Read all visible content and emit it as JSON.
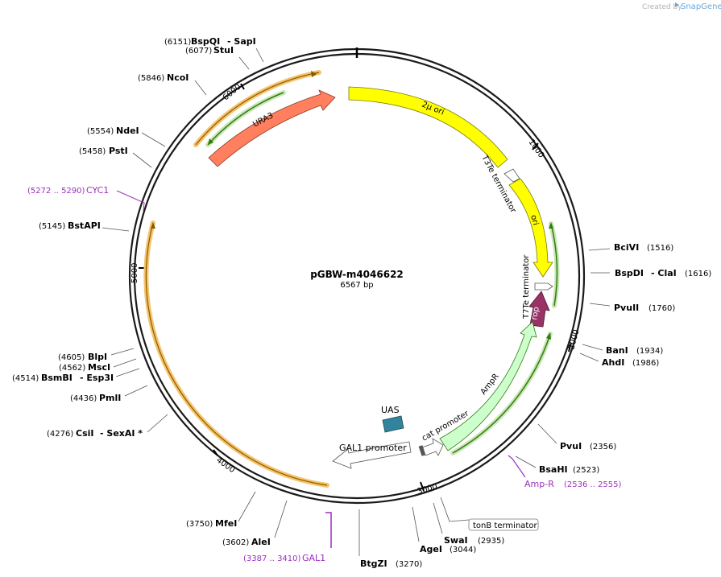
{
  "brand": {
    "created_by": "Created by",
    "name": "SnapGene"
  },
  "plasmid": {
    "name": "pGBW-m4046622",
    "size": "6567 bp",
    "length": 6567
  },
  "ticks": [
    "1000",
    "2000",
    "3000",
    "4000",
    "5000",
    "6000"
  ],
  "sites": [
    {
      "id": "bspqi",
      "pos": "(6151)",
      "name": "BspQI",
      "extra": "- SapI"
    },
    {
      "id": "stui",
      "pos": "(6077)",
      "name": "StuI",
      "extra": ""
    },
    {
      "id": "ncoi",
      "pos": "(5846)",
      "name": "NcoI",
      "extra": ""
    },
    {
      "id": "ndei",
      "pos": "(5554)",
      "name": "NdeI",
      "extra": ""
    },
    {
      "id": "psti",
      "pos": "(5458)",
      "name": "PstI",
      "extra": ""
    },
    {
      "id": "bstapi",
      "pos": "(5145)",
      "name": "BstAPI",
      "extra": ""
    },
    {
      "id": "blpi",
      "pos": "(4605)",
      "name": "BlpI",
      "extra": ""
    },
    {
      "id": "msci",
      "pos": "(4562)",
      "name": "MscI",
      "extra": ""
    },
    {
      "id": "bsmbi",
      "pos": "(4514)",
      "name": "BsmBI",
      "extra": "- Esp3I"
    },
    {
      "id": "pmli",
      "pos": "(4436)",
      "name": "PmlI",
      "extra": ""
    },
    {
      "id": "csii",
      "pos": "(4276)",
      "name": "CsiI",
      "extra": "- SexAI *"
    },
    {
      "id": "mfei",
      "pos": "(3750)",
      "name": "MfeI",
      "extra": ""
    },
    {
      "id": "alei",
      "pos": "(3602)",
      "name": "AleI",
      "extra": ""
    },
    {
      "id": "btgzi",
      "pos": "(3270)",
      "name": "BtgZI",
      "extra": ""
    },
    {
      "id": "agei",
      "pos": "(3044)",
      "name": "AgeI",
      "extra": ""
    },
    {
      "id": "swai",
      "pos": "(2935)",
      "name": "SwaI",
      "extra": ""
    },
    {
      "id": "bsahi",
      "pos": "(2523)",
      "name": "BsaHI",
      "extra": ""
    },
    {
      "id": "pvui",
      "pos": "(2356)",
      "name": "PvuI",
      "extra": ""
    },
    {
      "id": "ahdi",
      "pos": "(1986)",
      "name": "AhdI",
      "extra": ""
    },
    {
      "id": "bani",
      "pos": "(1934)",
      "name": "BanI",
      "extra": ""
    },
    {
      "id": "pvuii",
      "pos": "(1760)",
      "name": "PvuII",
      "extra": ""
    },
    {
      "id": "bspdi",
      "pos": "(1616)",
      "name": "BspDI",
      "extra": "- ClaI"
    },
    {
      "id": "bcivi",
      "pos": "(1516)",
      "name": "BciVI",
      "extra": ""
    }
  ],
  "primers": [
    {
      "id": "cyc1",
      "range": "(5272 .. 5290)",
      "name": "CYC1"
    },
    {
      "id": "gal1",
      "range": "(3387 .. 3410)",
      "name": "GAL1"
    },
    {
      "id": "ampr",
      "range": "(2536 .. 2555)",
      "name": "Amp-R"
    }
  ],
  "features": [
    {
      "id": "ori2mu",
      "name": "2µ ori",
      "color": "#ffff00"
    },
    {
      "id": "t3te",
      "name": "T3Te terminator",
      "color": "#ffffff"
    },
    {
      "id": "ori",
      "name": "ori",
      "color": "#ffff00"
    },
    {
      "id": "t7te",
      "name": "T7Te terminator",
      "color": "#ffffff"
    },
    {
      "id": "rop",
      "name": "rop",
      "color": "#993366"
    },
    {
      "id": "ampr",
      "name": "AmpR",
      "color": "#ccffcc"
    },
    {
      "id": "catpro",
      "name": "cat promoter",
      "color": "#ffffff"
    },
    {
      "id": "uas",
      "name": "UAS",
      "color": "#31849b"
    },
    {
      "id": "gal1pro",
      "name": "GAL1 promoter",
      "color": "#ffffff"
    },
    {
      "id": "ura3",
      "name": "URA3",
      "color": "#ff7f5f"
    },
    {
      "id": "tonb",
      "name": "tonB terminator",
      "color": "#ffffff"
    }
  ],
  "colors": {
    "orf_orange": "#f5c36a",
    "orf_green": "#3a8c1a",
    "primer": "#9a2fbf"
  }
}
